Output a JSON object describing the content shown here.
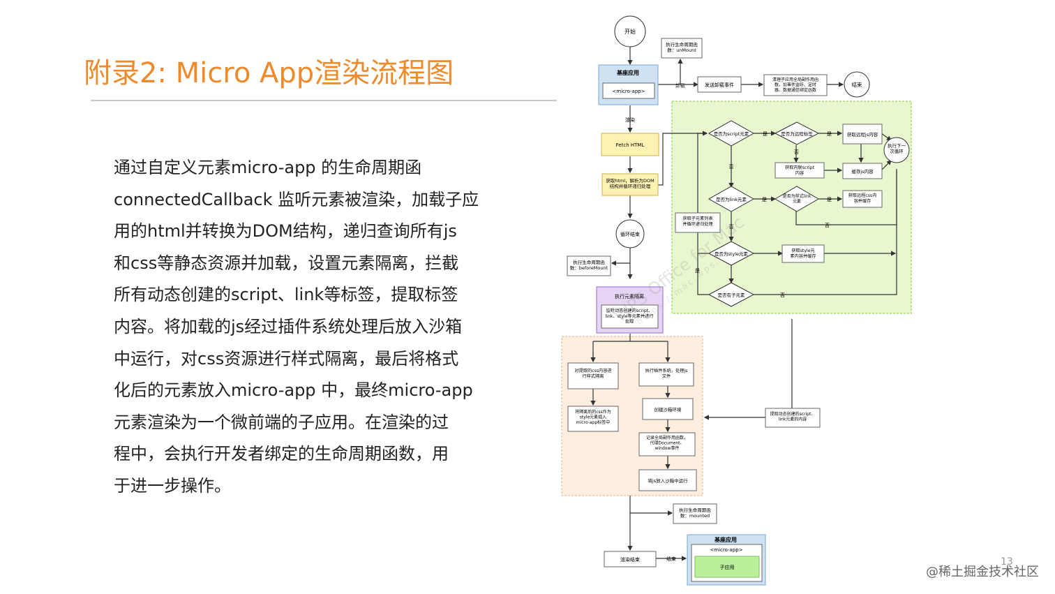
{
  "title": "附录2: Micro App渲染流程图",
  "paragraph_lines": [
    "通过自定义元素micro-app 的生命周期函",
    "connectedCallback 监听元素被渲染，加载子应",
    "用的html并转换为DOM结构，递归查询所有js",
    "和css等静态资源并加载，设置元素隔离，拦截",
    "所有动态创建的script、link等标签，提取标签",
    "内容。将加载的js经过插件系统处理后放入沙箱",
    "中运行，对css资源进行样式隔离，最后将格式",
    "化后的元素放入micro-app 中，最终micro-app",
    "元素渲染为一个微前端的子应用。在渲染的过",
    "程中，会执行开发者绑定的生命周期函数，用",
    "于进一步操作。"
  ],
  "flow": {
    "start": "开始",
    "unmount_lifecycle": "执行生命周期函\n数：unMount",
    "base_app": "基座应用",
    "micro_app_tag": "<micro-app>",
    "uninstall": "卸载",
    "send_unload_event": "发送卸载事件",
    "cleanup": "清理子应用全局副作用函\n数，如事件监听、定时\n器、数据通信绑定函数",
    "end": "结束",
    "render": "渲染",
    "fetch_html": "Fetch HTML",
    "parse_html": "获取html，解析为DOM\n结构并循环递归处理",
    "loop_end": "循环结束",
    "before_mount": "执行生命周期函\n数：beforeMount",
    "element_isolation": "执行元素隔离",
    "listen_dynamic": "监听动态创建的script、\nlink、style等元素并进行\n处理",
    "is_script": "是否为script元素",
    "is_remote": "是否为远程标签",
    "get_remote_js": "获取远程js内容",
    "next_loop": "执行下一\n次循环",
    "get_inline_script": "获取内联script\n内容",
    "cache_js": "缓存js内容",
    "is_link": "是否为link元素",
    "is_style_link": "是否为样式link\n元素",
    "get_remote_css": "获取远程css内\n容并缓存",
    "get_children": "获取子元素列表\n并循环递归处理",
    "is_style": "是否为style元素",
    "get_style": "获取style元\n素内容并缓存",
    "has_children": "是否有子元素",
    "yes": "是",
    "no": "否",
    "css_isolation": "对提取的css内容进\n行样式隔离",
    "insert_style": "将隔离后的css作为\nstyle元素插入\nmicro-app标签中",
    "plugin_js": "执行插件系统，处理js\n文件",
    "create_sandbox": "创建沙箱环境",
    "record_effects": "记录全局副作用函数，\n代理Document、\nwindow事件",
    "run_in_sandbox": "将js放入沙箱中运行",
    "extract_dynamic": "提取动态创建的script、\nlink元素的内容",
    "mounted": "执行生命周期函\n数：mounted",
    "render_end": "渲染结束",
    "end_label": "结束",
    "child_app": "子应用"
  },
  "watermark": "WPS Office for Mac",
  "watermark_url": "https://mac.wps.cn",
  "page_number": "13",
  "credit": "@稀土掘金技术社区"
}
